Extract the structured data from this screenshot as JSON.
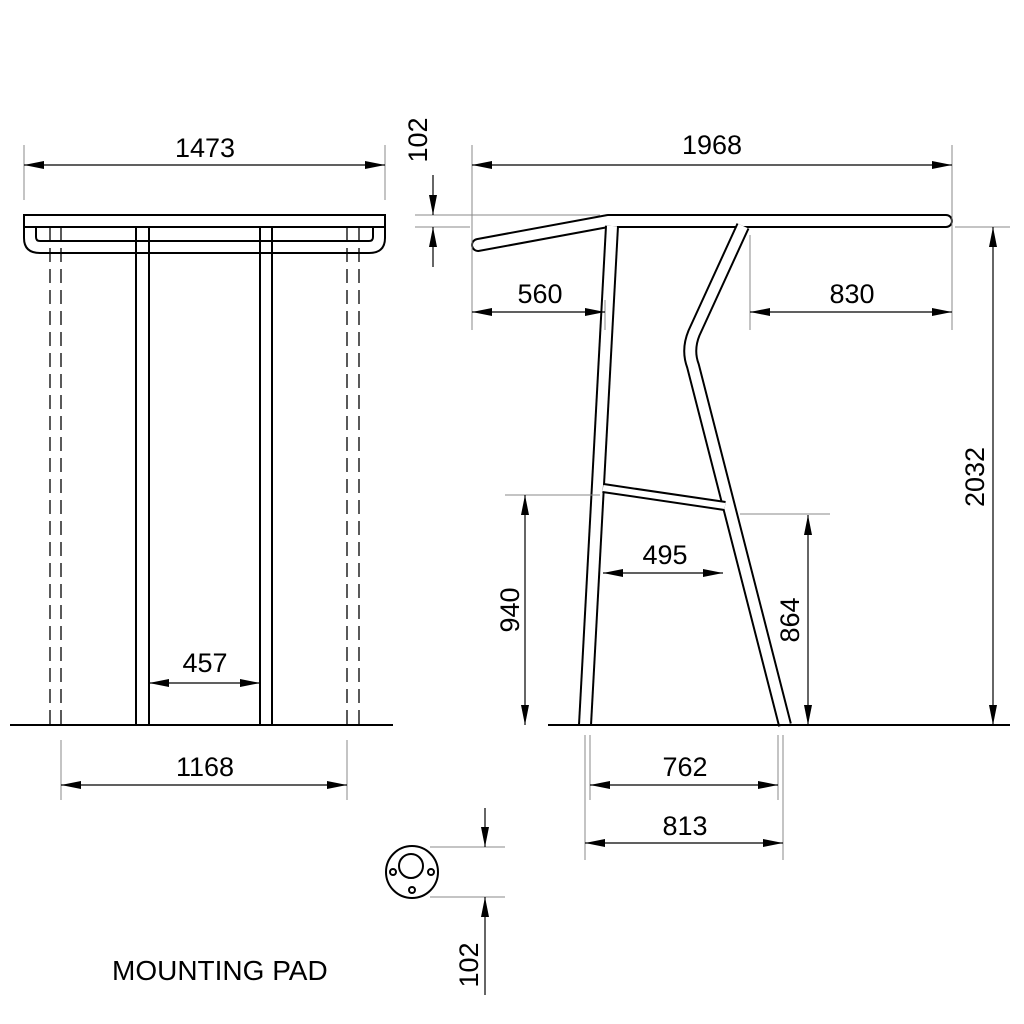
{
  "front_view": {
    "width_top": "1473",
    "leg_spacing": "457",
    "base_width": "1168"
  },
  "side_view": {
    "depth": "1968",
    "top_thickness": "102",
    "front_overhang": "560",
    "rear_overhang": "830",
    "height": "2032",
    "crossbar_height_front": "940",
    "crossbar_length": "495",
    "crossbar_height_rear": "864",
    "inner_base": "762",
    "outer_base": "813"
  },
  "mounting_pad": {
    "label": "MOUNTING PAD",
    "diameter": "102"
  },
  "colors": {
    "line": "#000000",
    "extension": "#888888"
  }
}
